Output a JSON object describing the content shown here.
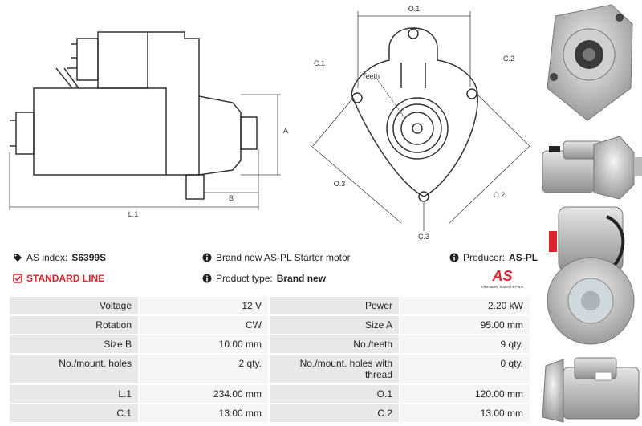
{
  "drawing": {
    "side_view_labels": {
      "A": "A",
      "B": "B",
      "L1": "L.1"
    },
    "front_view_labels": {
      "O1": "O.1",
      "O2": "O.2",
      "O3": "O.3",
      "C1": "C.1",
      "C2": "C.2",
      "C3": "C.3",
      "teeth": "Teeth"
    }
  },
  "info": {
    "as_index_label": "AS index:",
    "as_index_value": "S6399S",
    "description": "Brand new AS-PL Starter motor",
    "producer_label": "Producer:",
    "producer_value": "AS-PL",
    "standard_line": "STANDARD LINE",
    "product_type_label": "Product type:",
    "product_type_value": "Brand new"
  },
  "logo": {
    "mark": "AS",
    "tagline": "Alternators, Starters & Parts"
  },
  "specs": [
    {
      "l1": "Voltage",
      "v1": "12 V",
      "l2": "Power",
      "v2": "2.20 kW"
    },
    {
      "l1": "Rotation",
      "v1": "CW",
      "l2": "Size A",
      "v2": "95.00 mm"
    },
    {
      "l1": "Size B",
      "v1": "10.00 mm",
      "l2": "No./teeth",
      "v2": "9 qty."
    },
    {
      "l1": "No./mount. holes",
      "v1": "2 qty.",
      "l2": "No./mount. holes with thread",
      "v2": "0 qty."
    },
    {
      "l1": "L.1",
      "v1": "234.00 mm",
      "l2": "O.1",
      "v2": "120.00 mm"
    },
    {
      "l1": "C.1",
      "v1": "13.00 mm",
      "l2": "C.2",
      "v2": "13.00 mm"
    }
  ],
  "colors": {
    "accent": "#d9232d",
    "label_bg": "#e8e8e8",
    "value_bg": "#f5f5f5"
  }
}
